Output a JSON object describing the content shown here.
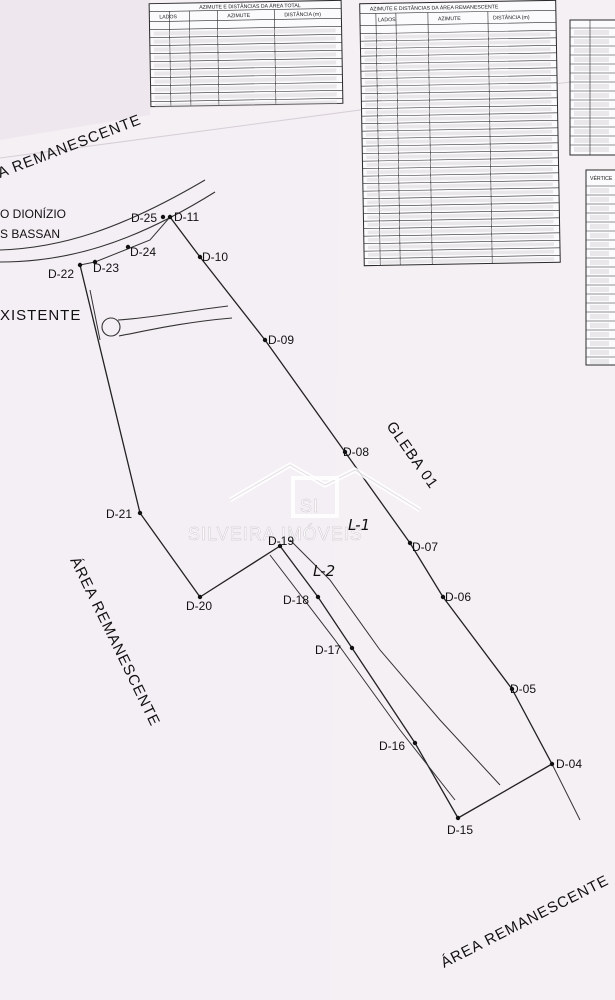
{
  "labels": {
    "area_remanescente_top": "A REMANESCENTE",
    "road_line1": "O DIONÍZIO",
    "road_line2": "S BASSAN",
    "existente": "XISTENTE",
    "gleba": "GLEBA 01",
    "area_remanescente_left": "ÁREA REMANESCENTE",
    "area_remanescente_bottom": "ÁREA REMANESCENTE",
    "l1": "L-1",
    "l2": "L-2"
  },
  "watermark": {
    "text": "SILVEIRA IMÓVEIS",
    "mark": "SI"
  },
  "tables": {
    "left_title": "AZIMUTE E DISTÂNCIAS DA ÁREA TOTAL",
    "middle_title": "AZIMUTE E DISTÂNCIAS DA ÁREA REMANESCENTE",
    "header_lado": "LADOS",
    "header_azimute": "AZIMUTE",
    "header_distancia": "DISTÂNCIA (m)",
    "header_vertice": "VÉRTICE"
  },
  "points": {
    "D-04": "D-04",
    "D-05": "D-05",
    "D-06": "D-06",
    "D-07": "D-07",
    "D-08": "D-08",
    "D-09": "D-09",
    "D-10": "D-10",
    "D-11": "D-11",
    "D-15": "D-15",
    "D-16": "D-16",
    "D-17": "D-17",
    "D-18": "D-18",
    "D-19": "D-19",
    "D-20": "D-20",
    "D-21": "D-21",
    "D-22": "D-22",
    "D-23": "D-23",
    "D-24": "D-24",
    "D-25": "D-25"
  }
}
